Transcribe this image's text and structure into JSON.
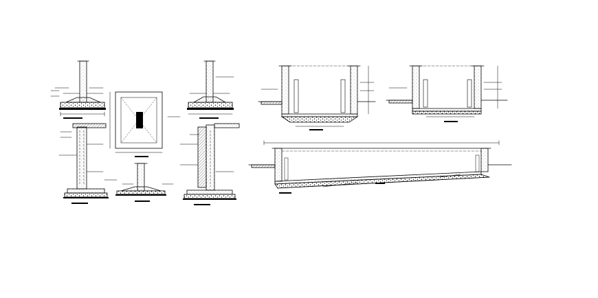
{
  "sheet": {
    "background": "#ffffff",
    "line_color": "#000000",
    "drawings": [
      "footing-section-detail",
      "footing-plan-detail",
      "column-footing-section",
      "wall-section-left",
      "wall-footing-small",
      "wall-section-right",
      "tank-section-a",
      "tank-section-b",
      "long-sloped-section"
    ]
  }
}
